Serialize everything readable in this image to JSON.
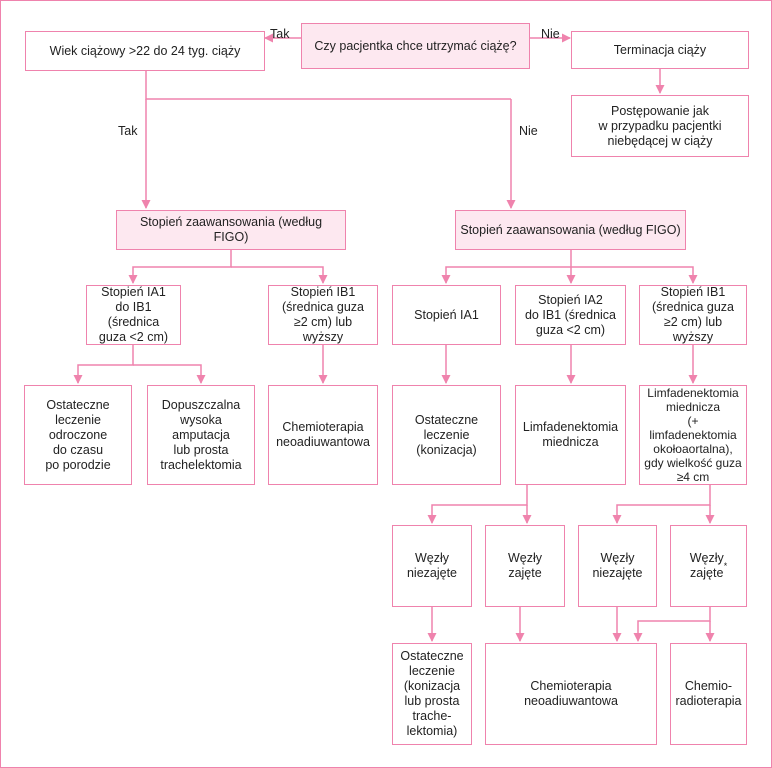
{
  "nodes": {
    "question": "Czy pacjentka chce utrzymać ciążę?",
    "gest_age": "Wiek ciążowy >22 do 24 tyg. ciąży",
    "termination": "Terminacja ciąży",
    "non_pregnant": "Postępowanie jak\nw przypadku pacjentki\nniebędącej w ciąży",
    "stage_left": "Stopień zaawansowania (według FIGO)",
    "stage_right": "Stopień zaawansowania (według FIGO)",
    "l_ia1_ib1": "Stopień IA1\ndo IB1 (średnica\nguza <2 cm)",
    "l_ib1_plus": "Stopień IB1\n(średnica guza\n≥2 cm) lub wyższy",
    "r_ia1": "Stopień IA1",
    "r_ia2_ib1": "Stopień IA2\ndo IB1 (średnica\nguza <2 cm)",
    "r_ib1_plus": "Stopień IB1\n(średnica guza\n≥2 cm) lub wyższy",
    "delayed": "Ostateczne\nleczenie odroczone\ndo czasu\npo porodzie",
    "amputation": "Dopuszczalna\nwysoka amputacja\nlub prosta\ntrachelektomia",
    "chemo_neo_left": "Chemioterapia\nneoadiuwantowa",
    "conization": "Ostateczne\nleczenie (konizacja)",
    "lymph_pelvic": "Limfadenektomia\nmiednicza",
    "lymph_para": "Limfadenektomia\nmiednicza\n(+ limfadenektomia\nokołoaortalna),\ngdy wielkość guza\n≥4 cm",
    "n_neg_1": "Węzły\nniezajęte",
    "n_pos_1": "Węzły zajęte",
    "n_neg_2": "Węzły\nniezajęte",
    "n_pos_2": "Węzły\nzajęte",
    "n_pos_2_mark": "*",
    "final_tx": "Ostateczne\nleczenie\n(konizacja\nlub prosta\ntrache-\nlektomia)",
    "chemo_neo_bottom": "Chemioterapia\nneoadiuwantowa",
    "chemoradio": "Chemio-\nradioterapia"
  },
  "edge_labels": {
    "yes_top": "Tak",
    "no_top": "Nie",
    "yes_mid": "Tak",
    "no_mid": "Nie"
  },
  "colors": {
    "line": "#ef83ad",
    "fill": "#fde8f0"
  }
}
